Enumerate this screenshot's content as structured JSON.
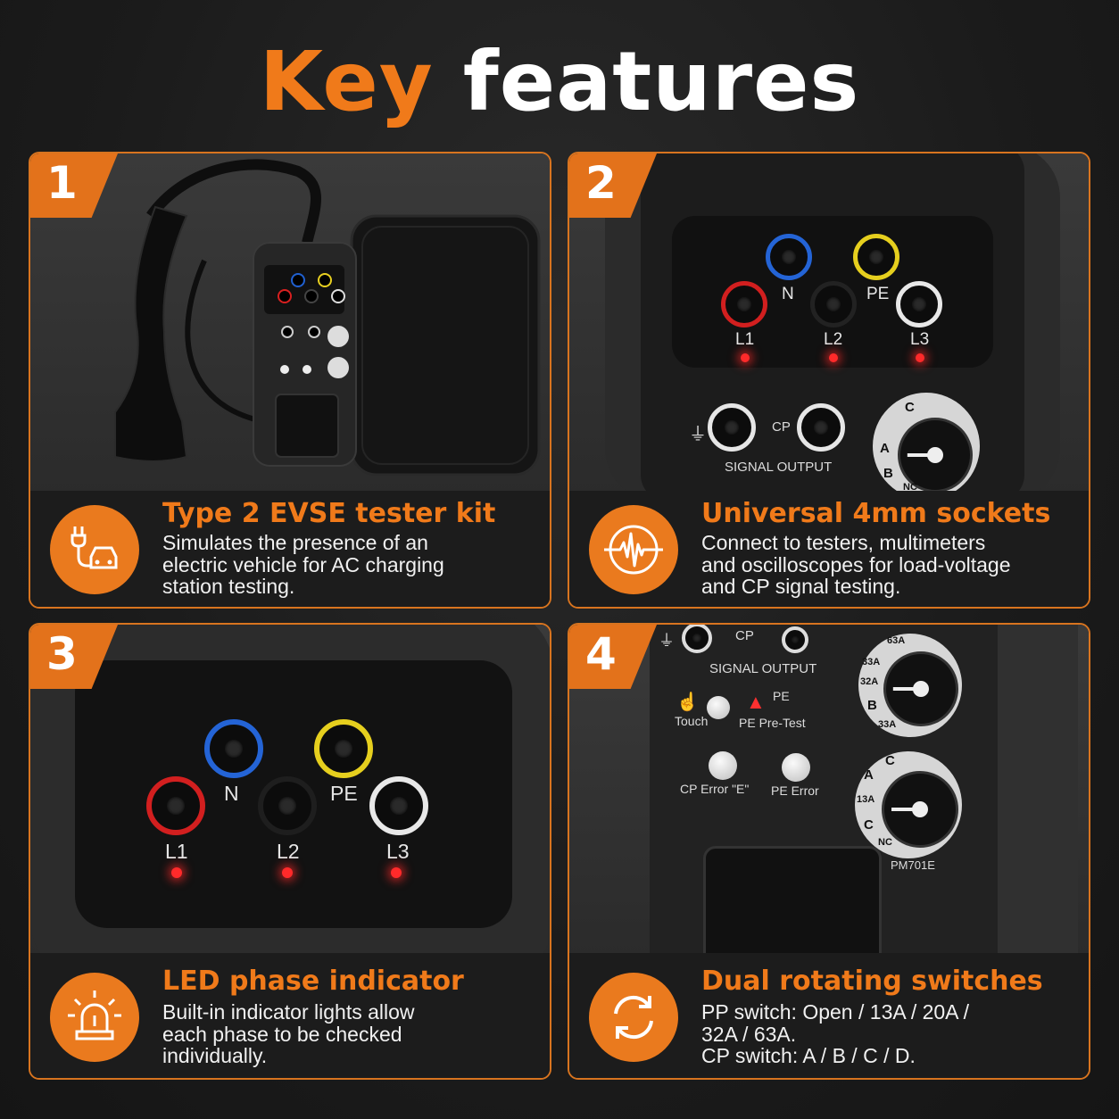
{
  "headline": {
    "accent": "Key",
    "rest": "features"
  },
  "cards": [
    {
      "number": "1",
      "title": "Type 2 EVSE tester kit",
      "desc": [
        "Simulates the presence of an",
        "electric vehicle for AC charging",
        "station testing."
      ],
      "icon": "plug-car-icon"
    },
    {
      "number": "2",
      "title": "Universal 4mm sockets",
      "desc": [
        "Connect to testers, multimeters",
        "and oscilloscopes for load-voltage",
        "and CP signal testing."
      ],
      "icon": "waveform-icon",
      "device": {
        "sockets": [
          "N",
          "PE",
          "L1",
          "L2",
          "L3"
        ],
        "signal_label": "SIGNAL OUTPUT",
        "cp_label": "CP",
        "dial_labels": [
          "C",
          "A",
          "B",
          "NC"
        ]
      }
    },
    {
      "number": "3",
      "title": "LED phase indicator",
      "desc": [
        "Built-in indicator lights allow",
        "each phase to be checked",
        "individually."
      ],
      "icon": "siren-light-icon",
      "device": {
        "sockets": [
          "N",
          "PE",
          "L1",
          "L2",
          "L3"
        ]
      }
    },
    {
      "number": "4",
      "title": "Dual rotating switches",
      "desc": [
        "PP switch: Open / 13A / 20A /",
        "32A / 63A.",
        "CP switch: A / B / C / D."
      ],
      "icon": "rotate-arrows-icon",
      "device": {
        "cp_label": "CP",
        "signal_label": "SIGNAL OUTPUT",
        "touch_label": "Touch",
        "pe_label": "PE",
        "pe_pretest_label": "PE Pre-Test",
        "cp_error_label": "CP Error \"E\"",
        "pe_error_label": "PE Error",
        "model": "PM701E",
        "dial1_labels": [
          "63A",
          "33A",
          "32A",
          "B",
          "33A"
        ],
        "dial2_labels": [
          "C",
          "A",
          "13A",
          "C",
          "NC"
        ]
      }
    }
  ],
  "colors": {
    "accent": "#f07a1a",
    "badge": "#e3721b",
    "background": "#1b1b1b"
  }
}
